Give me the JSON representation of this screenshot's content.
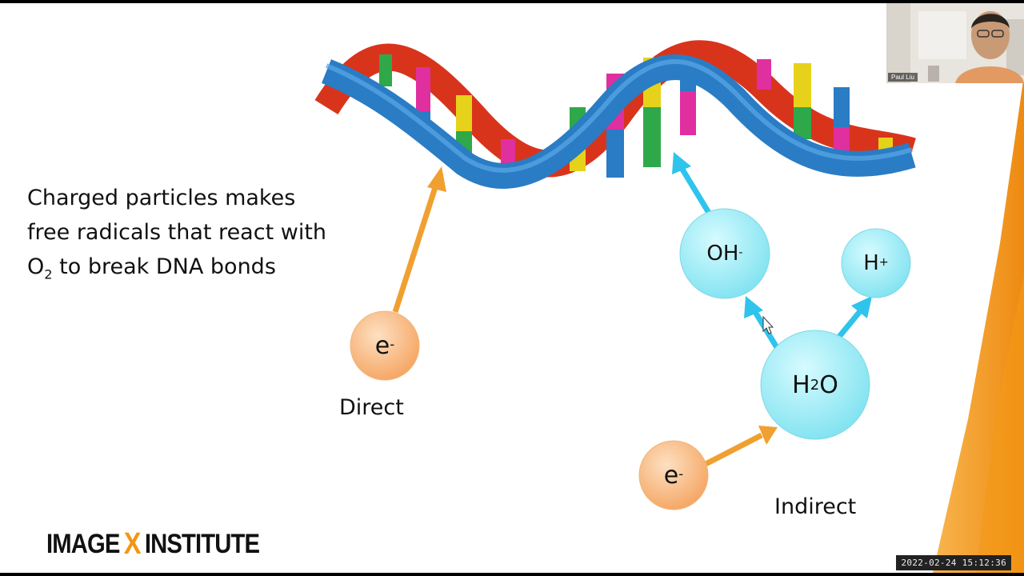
{
  "slide": {
    "body_text": {
      "line1": "Charged particles makes",
      "line2": "free radicals that react with",
      "line3_prefix": "O",
      "line3_sub": "2",
      "line3_suffix": " to break DNA bonds"
    },
    "particles": {
      "electron_direct": {
        "base": "e",
        "sup": "-"
      },
      "electron_indirect": {
        "base": "e",
        "sup": "-"
      },
      "hydroxide": {
        "base": "OH",
        "sup": "-"
      },
      "hydrogen_ion": {
        "base": "H",
        "sup": "+"
      },
      "water": {
        "pre": "H",
        "sub": "2",
        "post": "O"
      }
    },
    "labels": {
      "direct": "Direct",
      "indirect": "Indirect"
    },
    "logo": {
      "word1": "IMAGE",
      "mark": "X",
      "word2": "INSTITUTE"
    }
  },
  "webcam": {
    "participant_name": "Paul Liu"
  },
  "timestamp": "2022-02-24 15:12:36",
  "colors": {
    "electron": "#f7b070",
    "ion": "#8ee8f2",
    "orange_arrow": "#f0a030",
    "cyan_arrow": "#2ec4ec",
    "accent": "#f39712",
    "dna_red": "#d8341c",
    "dna_blue": "#2a7cc4"
  }
}
